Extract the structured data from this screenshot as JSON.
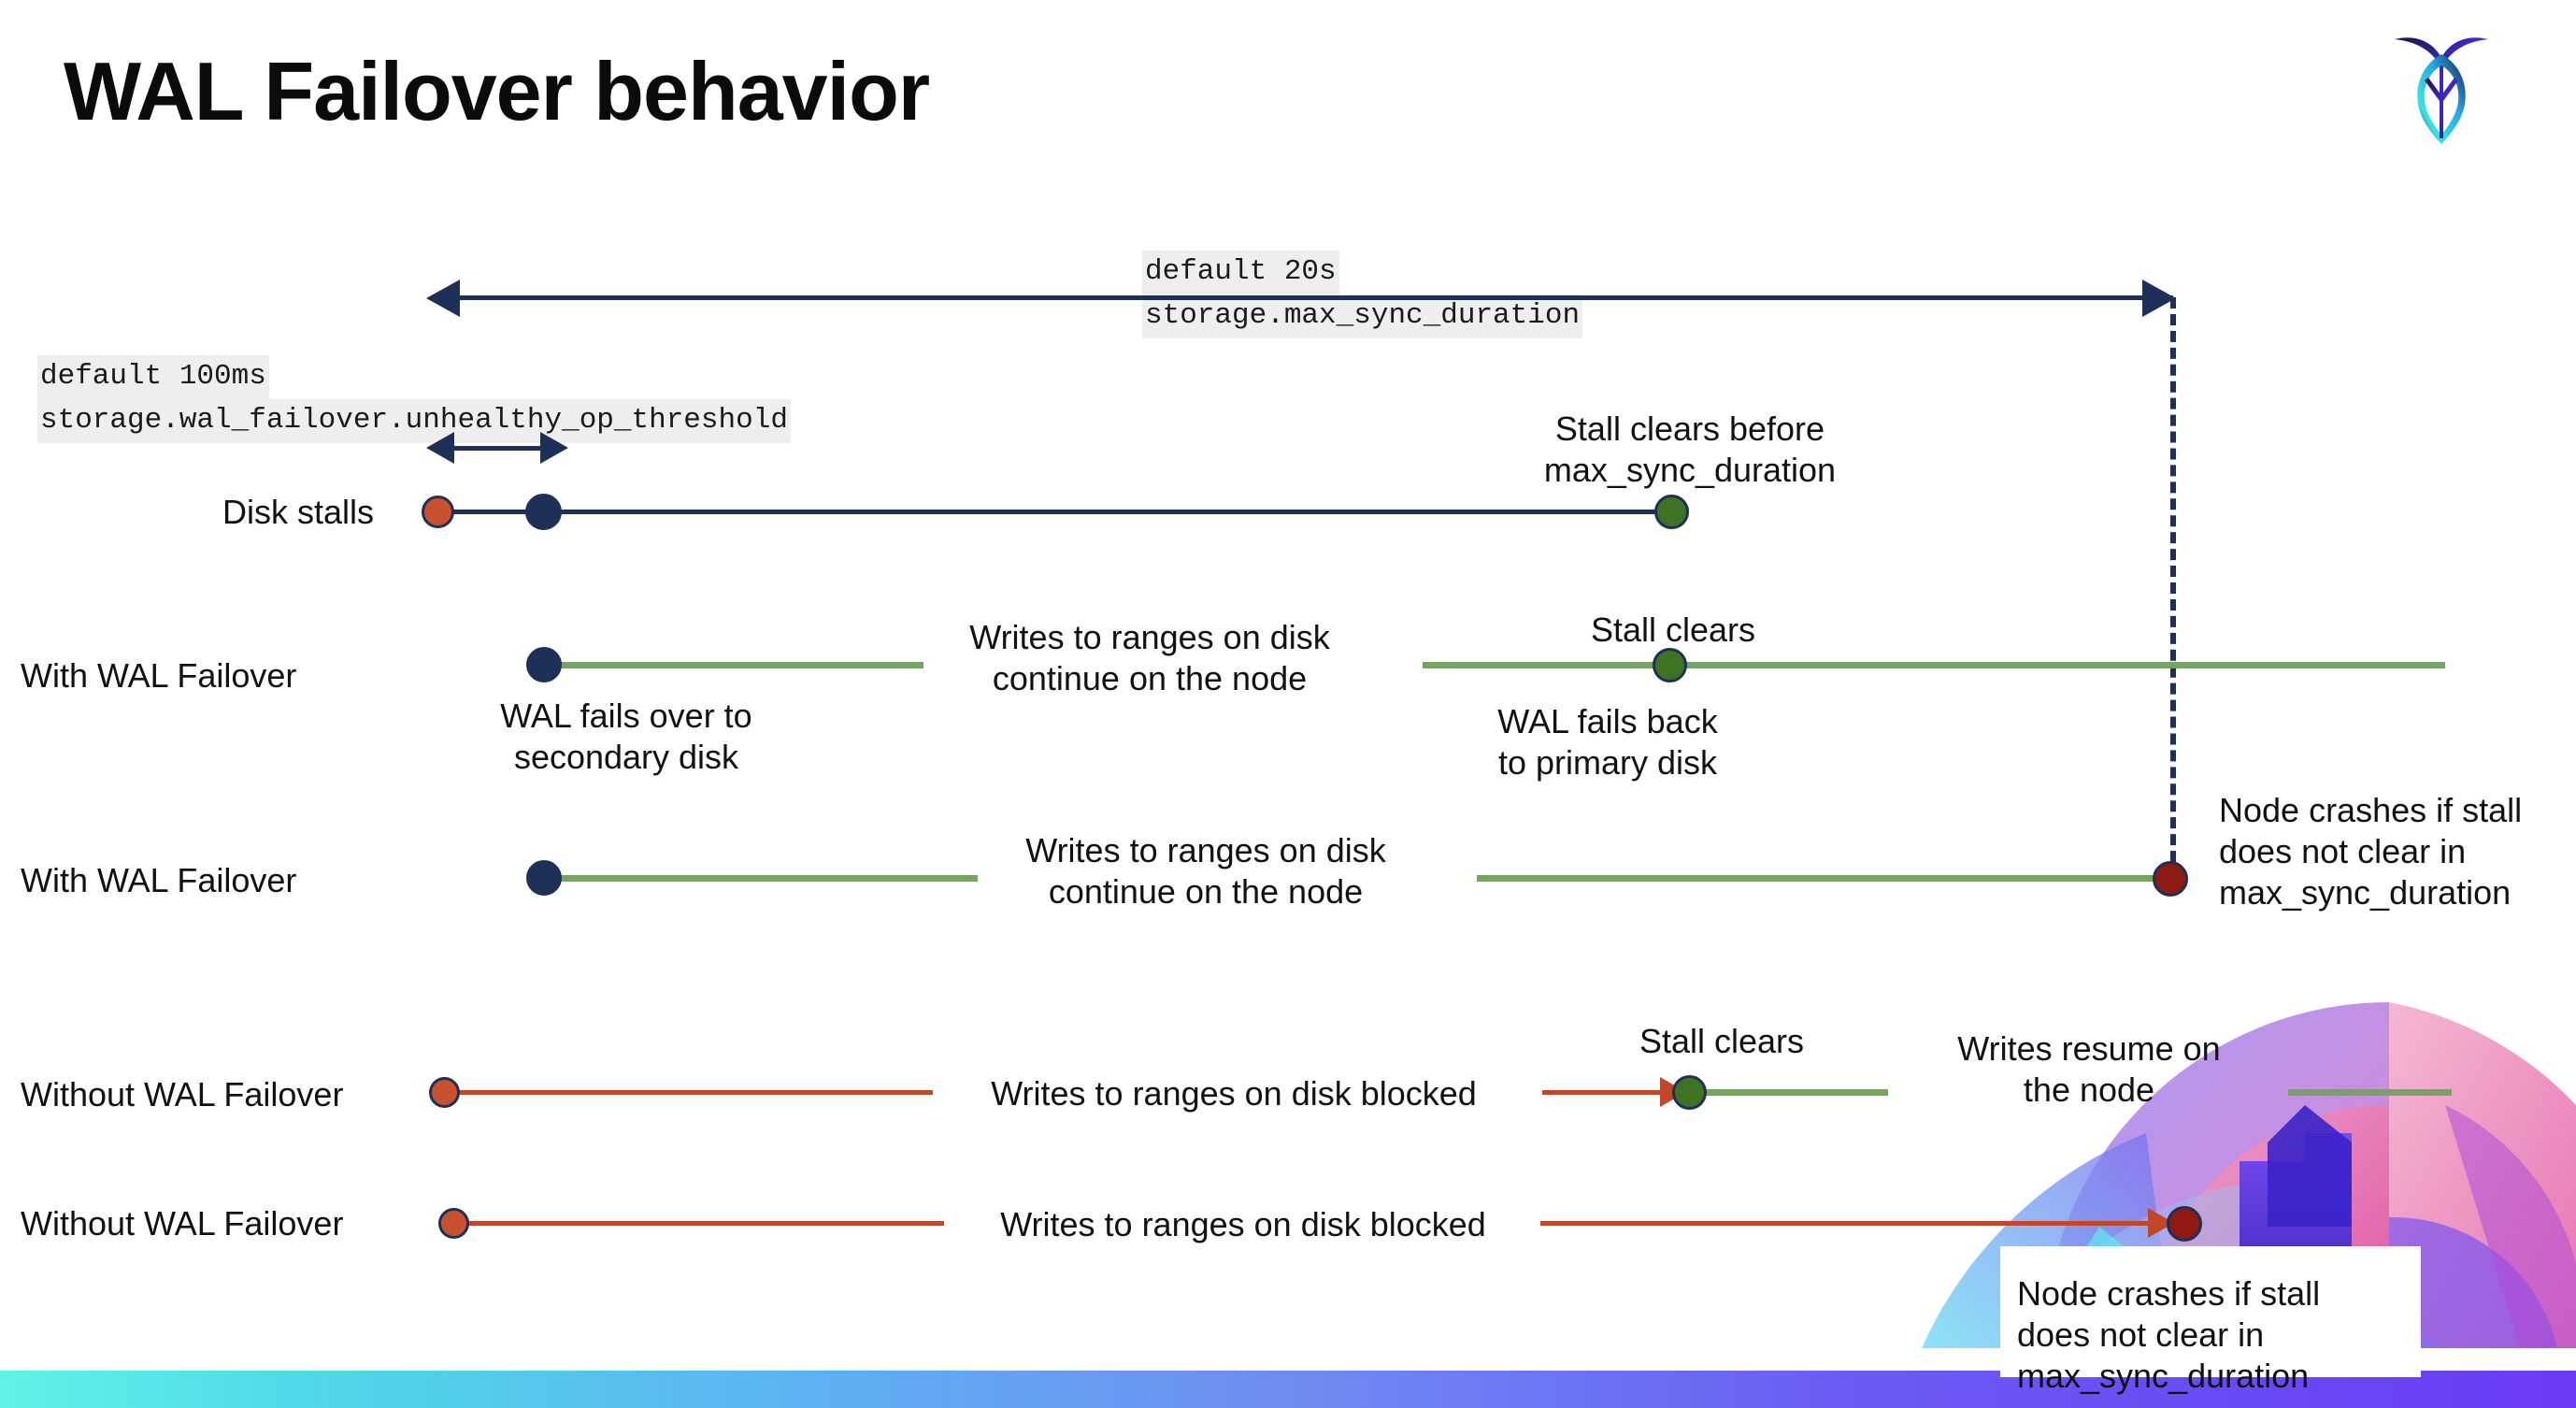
{
  "slide": {
    "title": "WAL Failover behavior",
    "logo_name": "cockroachdb-logo"
  },
  "annotations": {
    "max_sync": {
      "default": "default 20s",
      "setting": "storage.max_sync_duration"
    },
    "unhealthy_op": {
      "default": "default 100ms",
      "setting": "storage.wal_failover.unhealthy_op_threshold"
    }
  },
  "rows": [
    {
      "label": "Disk stalls",
      "notes": [
        "Stall clears before max_sync_duration"
      ]
    },
    {
      "label": "With WAL Failover",
      "notes": [
        "WAL fails over to secondary disk",
        "Writes to ranges on disk continue on the node",
        "Stall clears",
        "WAL fails  back to primary disk"
      ]
    },
    {
      "label": "With WAL Failover",
      "notes": [
        "Writes to ranges on disk continue on the node",
        "Node crashes if stall does not clear in max_sync_duration"
      ]
    },
    {
      "label": "Without WAL Failover",
      "notes": [
        "Writes to ranges on disk  blocked",
        "Stall clears",
        "Writes resume on the node"
      ]
    },
    {
      "label": "Without WAL Failover",
      "notes": [
        "Writes to ranges on disk  blocked",
        "Node crashes if stall does not clear in max_sync_duration"
      ]
    }
  ],
  "labels": {
    "disk_stalls": "Disk stalls",
    "with_wal_failover_1": "With WAL Failover",
    "with_wal_failover_2": "With WAL Failover",
    "without_wal_failover_1": "Without WAL Failover",
    "without_wal_failover_2": "Without WAL Failover"
  },
  "notes": {
    "stall_clears_before_1": "Stall clears before",
    "stall_clears_before_2": "max_sync_duration",
    "wal_fails_over_1": "WAL fails over to",
    "wal_fails_over_2": "secondary disk",
    "writes_continue_a1": "Writes to ranges on disk",
    "writes_continue_a2": "continue on the node",
    "stall_clears_a": "Stall clears",
    "wal_fails_back_1": "WAL fails  back",
    "wal_fails_back_2": "to primary disk",
    "writes_continue_b1": "Writes to ranges on disk",
    "writes_continue_b2": "continue on the node",
    "node_crashes_top_1": "Node crashes if stall",
    "node_crashes_top_2": "does not clear in",
    "node_crashes_top_3": "max_sync_duration",
    "writes_blocked_a": "Writes to ranges on disk  blocked",
    "stall_clears_b": "Stall clears",
    "writes_resume_1": "Writes resume on",
    "writes_resume_2": "the node",
    "writes_blocked_b": "Writes to ranges on disk  blocked",
    "node_crashes_bot_1": "Node crashes if stall",
    "node_crashes_bot_2": "does not clear in",
    "node_crashes_bot_3": "max_sync_duration"
  },
  "colors": {
    "navy": "#1f3058",
    "green_line": "#74A661",
    "red_line": "#C1472B",
    "orange_dot": "#C8512F",
    "green_dot": "#3F7324",
    "darkred_dot": "#8E1A12",
    "code_bg": "#eeeeee",
    "bottom_gradient_start": "#5FF3E8",
    "bottom_gradient_end": "#6B3BF5"
  }
}
